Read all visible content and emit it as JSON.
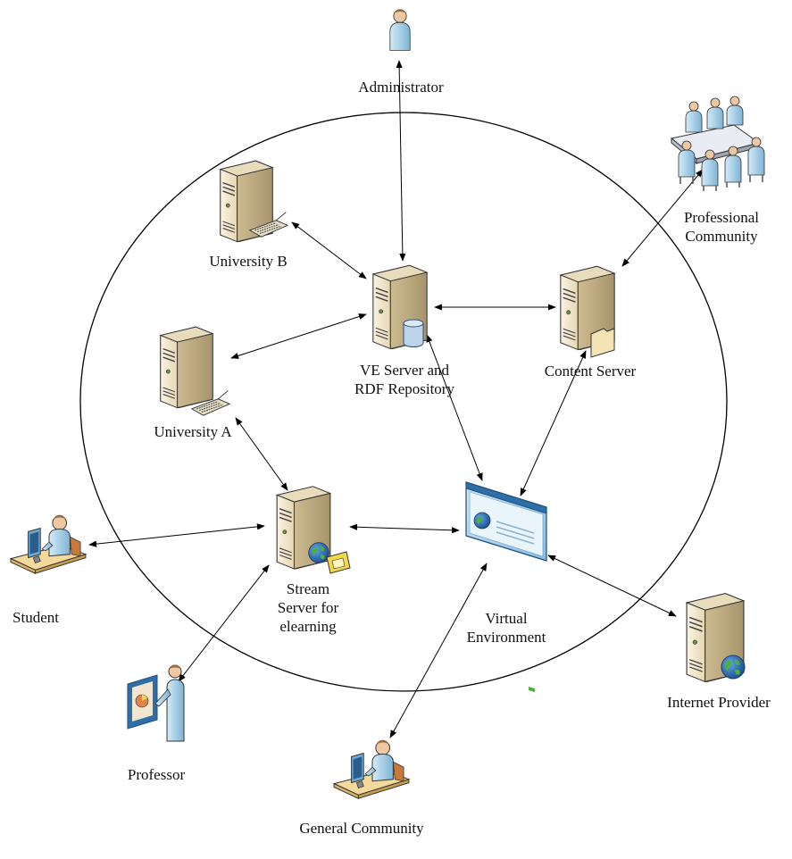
{
  "diagram": {
    "nodes": {
      "administrator": {
        "label": "Administrator"
      },
      "professional_community": {
        "label_line1": "Professional",
        "label_line2": "Community"
      },
      "university_b": {
        "label": "University B"
      },
      "university_a": {
        "label": "University A"
      },
      "ve_server": {
        "label_line1": "VE Server and",
        "label_line2": "RDF Repository"
      },
      "content_server": {
        "label": "Content Server"
      },
      "stream_server": {
        "label_line1": "Stream",
        "label_line2": "Server for",
        "label_line3": "elearning"
      },
      "virtual_environment": {
        "label_line1": "Virtual",
        "label_line2": "Environment"
      },
      "student": {
        "label": "Student"
      },
      "professor": {
        "label": "Professor"
      },
      "internet_provider": {
        "label": "Internet Provider"
      },
      "general_community": {
        "label": "General Community"
      }
    },
    "connections": [
      [
        "administrator",
        "ve_server"
      ],
      [
        "university_b",
        "ve_server"
      ],
      [
        "university_a",
        "ve_server"
      ],
      [
        "ve_server",
        "content_server"
      ],
      [
        "professional_community",
        "content_server"
      ],
      [
        "ve_server",
        "virtual_environment"
      ],
      [
        "content_server",
        "virtual_environment"
      ],
      [
        "university_a",
        "stream_server"
      ],
      [
        "stream_server",
        "virtual_environment"
      ],
      [
        "student",
        "stream_server"
      ],
      [
        "professor",
        "stream_server"
      ],
      [
        "virtual_environment",
        "internet_provider"
      ],
      [
        "general_community",
        "virtual_environment"
      ]
    ],
    "colors": {
      "server_body": "#f2e6cc",
      "server_side": "#bfae8a",
      "person": "#a9cfe6",
      "screen": "#7ab7de",
      "globe": "#2d6fb3",
      "line": "#000000"
    },
    "icons": {
      "administrator": "person-icon",
      "professional_community": "meeting-group-icon",
      "university_b": "server-with-keyboard-icon",
      "university_a": "server-with-keyboard-icon",
      "ve_server": "database-server-icon",
      "content_server": "content-server-icon",
      "stream_server": "web-server-icon",
      "virtual_environment": "web-page-icon",
      "student": "user-at-desk-icon",
      "professor": "presenter-icon",
      "internet_provider": "web-server-icon",
      "general_community": "user-at-desk-icon"
    }
  }
}
